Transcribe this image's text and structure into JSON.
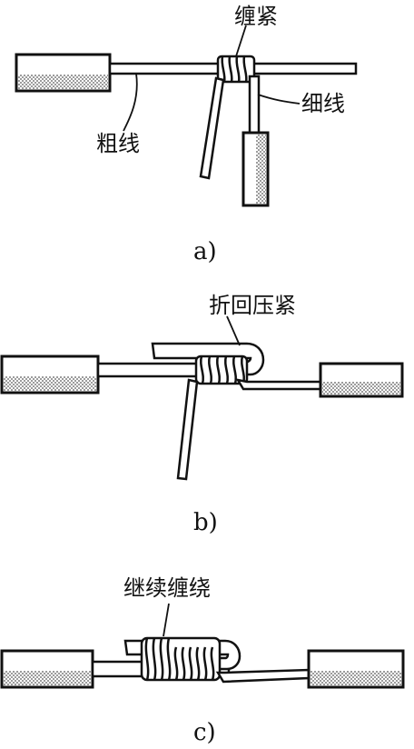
{
  "panels": [
    {
      "caption": "a)",
      "labels": {
        "twist": "缠紧",
        "thick": "粗线",
        "thin": "细线"
      }
    },
    {
      "caption": "b)",
      "labels": {
        "fold": "折回压紧"
      }
    },
    {
      "caption": "c)",
      "labels": {
        "wrap": "继续缠绕"
      }
    }
  ]
}
